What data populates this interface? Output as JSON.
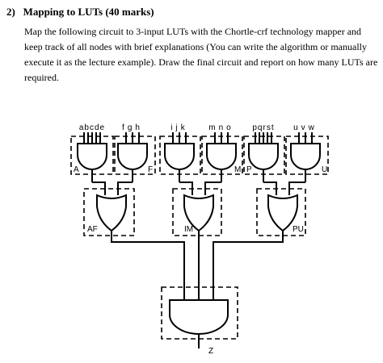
{
  "question": {
    "title": "2)   Mapping to LUTs (40 marks)",
    "body": "Map the following circuit to 3-input LUTs with the Chortle-crf technology mapper and keep track of all nodes with brief explanations (You can write the algorithm or manually execute it as the lecture example). Draw the final circuit and report on how many LUTs are required."
  },
  "circuit": {
    "gates": [
      {
        "inputs": "abcde",
        "node": "A"
      },
      {
        "inputs": "fgh",
        "node": "F"
      },
      {
        "inputs": "ijk",
        "node": ""
      },
      {
        "inputs": "mno",
        "node": "M"
      },
      {
        "inputs": "pqrst",
        "node": "P"
      },
      {
        "inputs": "uvw",
        "node": "U"
      }
    ],
    "or_gates": [
      {
        "node": "AF"
      },
      {
        "node": "IM"
      },
      {
        "node": "PU"
      }
    ],
    "output_gate": {
      "output": "Z"
    }
  }
}
